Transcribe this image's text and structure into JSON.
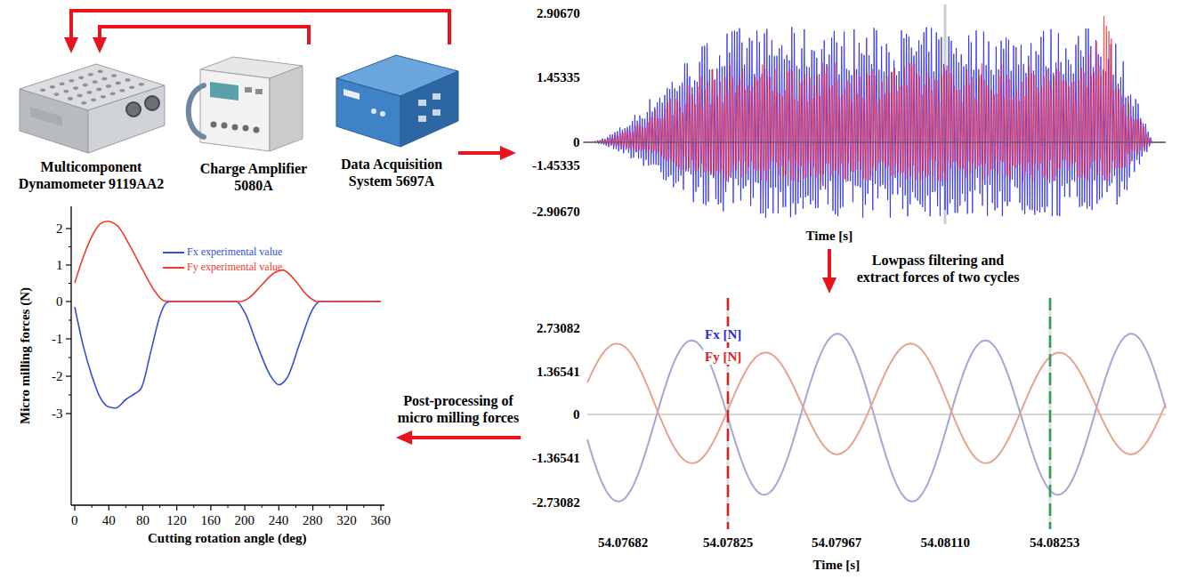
{
  "diagram": {
    "nodes": [
      {
        "text": [
          "Multicomponent Dynamometer 9119AA2"
        ]
      },
      {
        "text": [
          "Charge Amplifier 5080A"
        ]
      },
      {
        "text": [
          "Data Acquisition System 5697A"
        ]
      },
      {
        "text": [
          "Time [s]"
        ]
      },
      {
        "text": [
          "Fx [N]",
          "Fy [N]",
          "Time [s]"
        ]
      },
      {
        "text": [
          "Micro milling forces (N)",
          "Cutting rotation angle (deg)"
        ]
      }
    ],
    "edges": [
      {
        "from": 1,
        "to": 0,
        "arrow": "to"
      },
      {
        "from": 2,
        "to": 0,
        "arrow": "to"
      },
      {
        "from": 2,
        "to": 3,
        "arrow": "to"
      },
      {
        "from": 3,
        "to": 4,
        "arrow": "to",
        "label": "Lowpass filtering and extract forces of two cycles"
      },
      {
        "from": 4,
        "to": 5,
        "arrow": "to",
        "label": "Post-processing of micro milling forces"
      }
    ],
    "labels": [
      "2.90670",
      "1.45335",
      "0",
      "-1.45335",
      "-2.90670",
      "2.73082",
      "1.36541",
      "0",
      "-1.36541",
      "-2.73082",
      "54.07682",
      "54.07825",
      "54.07967",
      "54.08110",
      "54.08253",
      "2",
      "1",
      "0",
      "-1",
      "-2",
      "-3",
      "0",
      "40",
      "80",
      "120",
      "160",
      "200",
      "240",
      "280",
      "320",
      "360"
    ],
    "legend": [
      {
        "text": "Fx experimental value",
        "color": "#2f4fd8"
      },
      {
        "text": "Fy experimental value",
        "color": "#ef3b2c"
      }
    ]
  }
}
